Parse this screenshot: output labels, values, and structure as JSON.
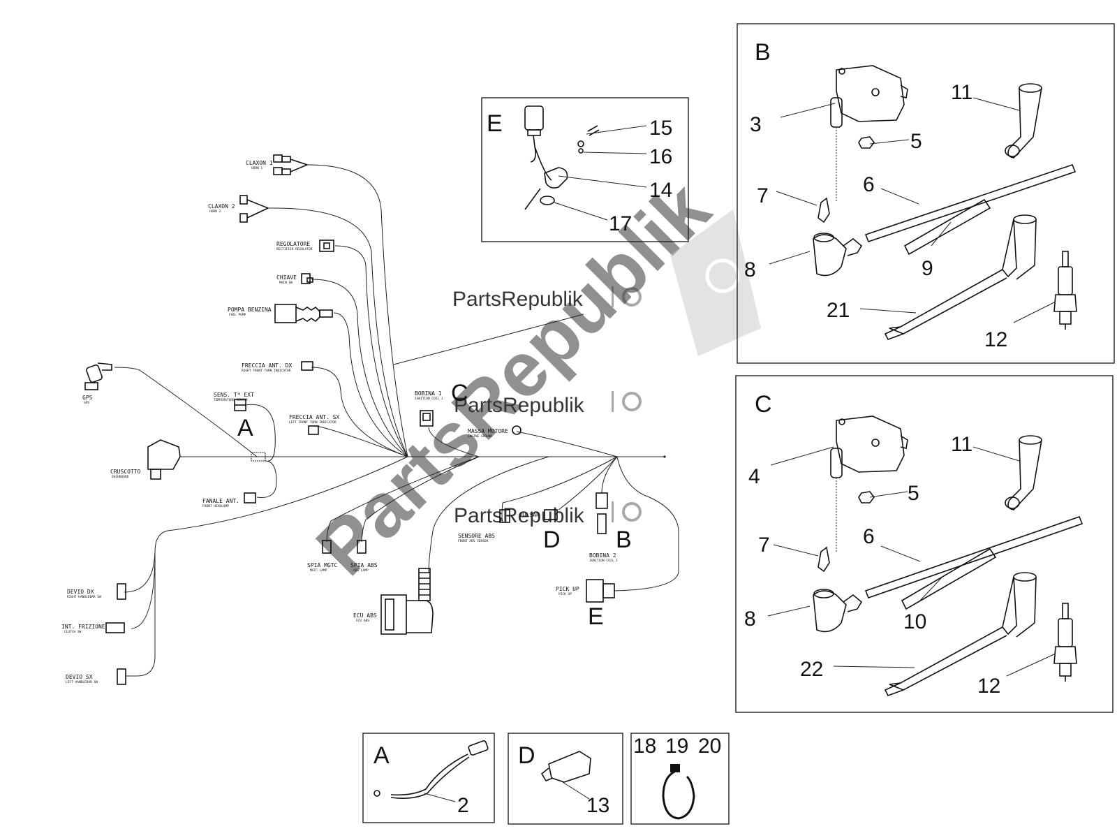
{
  "watermark": {
    "brand": "PartsRepublik",
    "diagonal": "PartsRepublik"
  },
  "callouts": {
    "A": "A",
    "B": "B",
    "C": "C",
    "D": "D",
    "E": "E",
    "n2": "2",
    "n3": "3",
    "n4": "4",
    "n5": "5",
    "n6": "6",
    "n7": "7",
    "n8": "8",
    "n9": "9",
    "n10": "10",
    "n11": "11",
    "n12": "12",
    "n13": "13",
    "n14": "14",
    "n15": "15",
    "n16": "16",
    "n17": "17",
    "n18": "18",
    "n19": "19",
    "n20": "20",
    "n21": "21",
    "n22": "22"
  },
  "harness_labels": {
    "claxon1": "CLAXON 1",
    "claxon1_sub": "HORN 1",
    "claxon2": "CLAXON 2",
    "claxon2_sub": "HORN 2",
    "regolatore": "REGOLATORE",
    "regolatore_sub": "RECTIFIER REGULATOR",
    "chiave": "CHIAVE",
    "chiave_sub": "MAIN SW",
    "pompa": "POMPA BENZINA",
    "pompa_sub": "FUEL PUMP",
    "freccia_dx": "FRECCIA ANT. DX",
    "freccia_dx_sub": "RIGHT FRONT TURN INDICATOR",
    "gps": "GPS",
    "gps_sub": "GPS",
    "sens_t": "SENS. T* EXT",
    "sens_t_sub": "TEMPERATURE SENSOR",
    "freccia_sx": "FRECCIA ANT. SX",
    "freccia_sx_sub": "LEFT FRONT TURN INDICATOR",
    "bobina1": "BOBINA 1",
    "bobina1_sub": "IGNITION COIL 1",
    "massa": "MASSA MOTORE",
    "massa_sub": "ENGINE GROUND",
    "cruscotto": "CRUSCOTTO",
    "cruscotto_sub": "DASHBOARD",
    "fanale": "FANALE ANT.",
    "fanale_sub": "FRONT HEADLAMP",
    "spia_mgtc": "SPIA MGTC",
    "spia_mgtc_sub": "MGTC LAMP",
    "spia_abs": "SPIA ABS",
    "spia_abs_sub": "ABS LAMP",
    "pulsar": "PULSAR",
    "sensore": "SENSORE ABS",
    "sensore_sub": "FRONT ABS SENSOR",
    "bobina2": "BOBINA 2",
    "bobina2_sub": "IGNITION COIL 2",
    "pickup": "PICK UP",
    "pickup_sub": "PICK UP",
    "ecu": "ECU ABS",
    "ecu_sub": "ECU ABS",
    "devio_dx": "DEVIO DX",
    "devio_dx_sub": "RIGHT HANDLEBAR SW",
    "frizione": "INT. FRIZIONE",
    "frizione_sub": "CLUTCH SW",
    "devio_sx": "DEVIO SX",
    "devio_sx_sub": "LEFT HANDLEBAR SW"
  }
}
